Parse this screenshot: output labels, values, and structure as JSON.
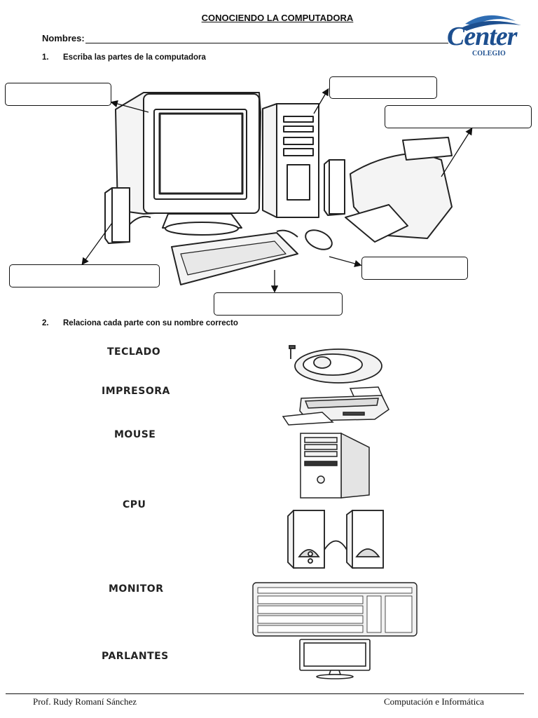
{
  "header": {
    "title": "CONOCIENDO LA COMPUTADORA",
    "name_label": "Nombres:",
    "logo_text": "Center",
    "logo_subtext": "COLEGIO"
  },
  "section1": {
    "number": "1.",
    "instruction": "Escriba las partes de la computadora",
    "answer_boxes": 6
  },
  "section2": {
    "number": "2.",
    "instruction": "Relaciona cada parte con su nombre correcto",
    "words": [
      "TECLADO",
      "IMPRESORA",
      "MOUSE",
      "CPU",
      "MONITOR",
      "PARLANTES"
    ],
    "pictures": [
      "mouse",
      "printer",
      "cpu-tower",
      "speakers",
      "keyboard",
      "monitor"
    ]
  },
  "footer": {
    "left": "Prof. Rudy Romaní Sánchez",
    "right": "Computación e Informática"
  },
  "colors": {
    "logo_blue": "#1d4f8f",
    "logo_wave": "#2f6db3"
  }
}
